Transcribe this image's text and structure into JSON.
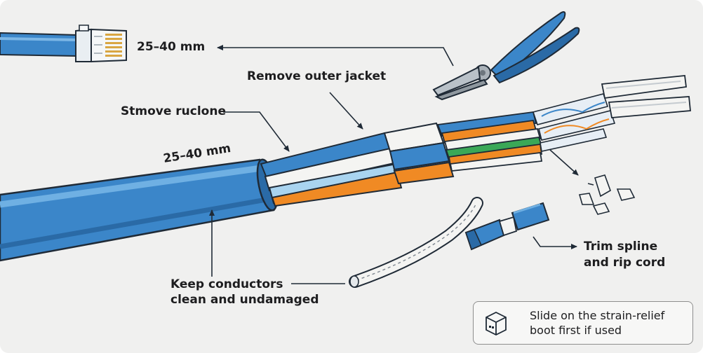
{
  "labels": {
    "length_top": "25–40 mm",
    "remove_outer_jacket": "Remove outer jacket",
    "stmove_ruclone": "Stmove ruclone",
    "length_cable": "25–40 mm",
    "keep_conductors_line1": "Keep conductors",
    "keep_conductors_line2": "clean and undamaged",
    "trim_spline_line1": "Trim spline",
    "trim_spline_line2": "and rip cord"
  },
  "note": {
    "line1": "Slide on the strain-relief",
    "line2": "boot first if used"
  },
  "icons": {
    "plug": "rj45-plug-icon",
    "pliers": "pliers-icon",
    "boot": "strain-relief-boot-icon",
    "box": "box-icon"
  },
  "colors": {
    "background": "#f0f0ef",
    "cable_blue": "#3b86c9",
    "cable_blue_light": "#5aa2dc",
    "cable_blue_dark": "#2a6aa6",
    "pair_orange": "#f08a24",
    "pair_green": "#3aa857",
    "pair_light_blue": "#a9d4f0",
    "conductor_white": "#f4f4f2",
    "outline": "#1f2a36"
  }
}
